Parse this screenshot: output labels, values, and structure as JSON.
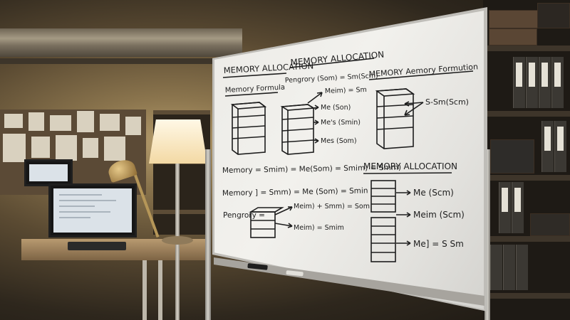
{
  "whiteboard": {
    "title_left": "MEMORY ALLOCATION",
    "title_mid": "MEMORY ALLOCATION",
    "title_right": "MEMORY Aemory Formution",
    "formula_heading": "Memory Formula",
    "pengrory_line": "Pengrory (Som) = Sm(Scm)",
    "meim_line": "Meim) = Sm",
    "label_me_son": "Me (Son)",
    "label_mes_smin": "Me's (Smin)",
    "label_mes_som": "Mes (Som)",
    "right_label_s_sm": "S-Sm(Scm)",
    "eq1": "Memory = Smim) = Me(Som) = Smim) = Smm)",
    "eq2": "Memory ] = Smm) = Me (Som) = Smin",
    "pengrory_eq": "Pengrory =",
    "branch1": "Meim) + Smm) = Som",
    "branch2": "Meim) = Smim",
    "heading2": "MEMORY ALLOCATION",
    "alloc1": "Me (Scm)",
    "alloc2": "Meim (Scm)",
    "alloc3": "Me] = S Sm"
  },
  "colors": {
    "ink": "#1d1d1d",
    "board": "#eeede9",
    "frame": "#bfbdb8"
  }
}
